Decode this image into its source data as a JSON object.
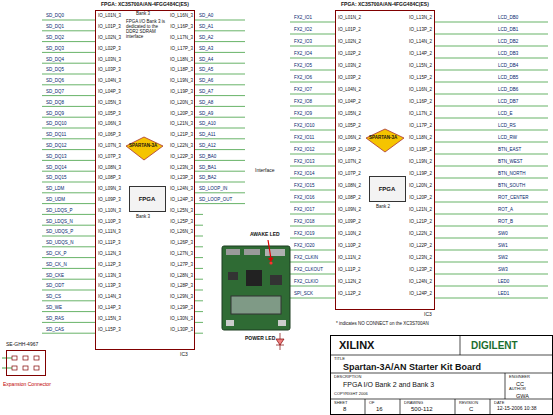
{
  "diagram": {
    "nodes": [
      {
        "text": [
          "FPGA: XC3S700A/AN-4FGG484C(ES)",
          "Bank 3",
          "FPGA I/O Bank 3 is dedicated to the DDR2 SDRAM interface"
        ]
      },
      {
        "text": [
          "FPGA",
          "Bank 3"
        ],
        "in": 0
      },
      {
        "text": [
          "FPGA: XC3S700A/AN-4FGG484C(ES)"
        ]
      },
      {
        "text": [
          "FPGA",
          "Bank 2"
        ],
        "in": 2
      },
      {
        "text": [
          "XILINX",
          "DIGILENT",
          "TITLE",
          "Spartan-3A/AN Starter Kit Board",
          "DESCRIPTION",
          "FPGA I/O Bank 2 and Bank 3",
          "COPYRIGHT 2006",
          "ENGINEER",
          "CC",
          "AUTHOR",
          "GWA",
          "SHEET",
          "8",
          "OF",
          "16",
          "DRAWING",
          "500-112",
          "REVISION",
          "C",
          "DATE",
          "12-15-2006 10:38"
        ]
      },
      {
        "text": [
          "Expansion Connector"
        ]
      }
    ],
    "labels": [
      "SD_DQ0",
      "SD_DQ1",
      "SD_DQ2",
      "SD_DQ3",
      "SD_DQ4",
      "SD_DQ5",
      "SD_DQ6",
      "SD_DQ7",
      "SD_DQ8",
      "SD_DQ9",
      "SD_DQ10",
      "SD_DQ11",
      "SD_DQ12",
      "SD_DQ13",
      "SD_DQ14",
      "SD_DQ15",
      "SD_LDM",
      "SD_UDM",
      "SD_LDQS_P",
      "SD_LDQS_N",
      "SD_UDQS_P",
      "SD_UDQS_N",
      "SD_CK_P",
      "SD_CK_N",
      "SD_CKE",
      "SD_ODT",
      "SD_CS",
      "SD_WE",
      "SD_RAS",
      "SD_CAS",
      "IO_L01N_3",
      "IO_L01P_3",
      "IO_L02N_3",
      "IO_L02P_3",
      "IO_L03N_3",
      "IO_L03P_3",
      "IO_L04N_3",
      "IO_L04P_3",
      "IO_L05N_3",
      "IO_L05P_3",
      "IO_L06N_3",
      "IO_L06P_3",
      "IO_L07N_3",
      "IO_L07P_3",
      "IO_L08N_3",
      "IO_L08P_3",
      "IO_L09N_3",
      "IO_L09P_3",
      "IO_L10N_3",
      "IO_L10P_3",
      "IO_L11N_3",
      "IO_L11P_3",
      "IO_L12N_3",
      "IO_L12P_3",
      "IO_L13N_3",
      "IO_L13P_3",
      "IO_L14N_3",
      "IO_L14P_3",
      "IO_L15N_3",
      "IO_L15P_3",
      "IO_L16N_3",
      "IO_L16P_3",
      "IO_L17N_3",
      "IO_L17P_3",
      "IO_L18N_3",
      "IO_L18P_3",
      "IO_L19N_3",
      "IO_L19P_3",
      "IO_L20N_3",
      "IO_L20P_3",
      "IO_L21N_3",
      "IO_L21P_3",
      "IO_L22N_3",
      "IO_L22P_3",
      "IO_L23N_3",
      "IO_L23P_3",
      "IO_L24N_3",
      "IO_L24P_3",
      "IO_L25N_3",
      "IO_L25P_3",
      "IO_L26N_3",
      "IO_L26P_3",
      "IO_L27N_3",
      "IO_L27P_3",
      "IO_L28N_3",
      "IO_L28P_3",
      "IO_L29N_3",
      "IO_L29P_3",
      "IO_L30N_3",
      "IO_L30P_3",
      "SD_A0",
      "SD_A1",
      "SD_A2",
      "SD_A3",
      "SD_A4",
      "SD_A5",
      "SD_A6",
      "SD_A7",
      "SD_A8",
      "SD_A9",
      "SD_A10",
      "SD_A11",
      "SD_A12",
      "SD_BA0",
      "SD_BA1",
      "SD_BA2",
      "SD_LOOP_IN",
      "SD_LOOP_OUT",
      "FX2_IO1",
      "FX2_IO2",
      "FX2_IO3",
      "FX2_IO4",
      "FX2_IO5",
      "FX2_IO6",
      "FX2_IO7",
      "FX2_IO8",
      "FX2_IO9",
      "FX2_IO10",
      "FX2_IO11",
      "FX2_IO12",
      "FX2_IO13",
      "FX2_IO14",
      "FX2_IO15",
      "FX2_IO16",
      "FX2_IO17",
      "FX2_IO18",
      "FX2_IO19",
      "FX2_IO20",
      "FX2_CLKIN",
      "FX2_CLKOUT",
      "FX2_CLKIO",
      "SPI_SCK",
      "IO_L01N_2",
      "IO_L01P_2",
      "IO_L02N_2",
      "IO_L02P_2",
      "IO_L03N_2",
      "IO_L03P_2",
      "IO_L04N_2",
      "IO_L04P_2",
      "IO_L05N_2",
      "IO_L05P_2",
      "IO_L06N_2",
      "IO_L06P_2",
      "IO_L07N_2",
      "IO_L07P_2",
      "IO_L08N_2",
      "IO_L08P_2",
      "IO_L09N_2",
      "IO_L09P_2",
      "IO_L10N_2",
      "IO_L10P_2",
      "IO_L11N_2",
      "IO_L11P_2",
      "IO_L12N_2",
      "IO_L12P_2",
      "IO_L13N_2",
      "IO_L13P_2",
      "IO_L14N_2",
      "IO_L14P_2",
      "IO_L15N_2",
      "IO_L15P_2",
      "IO_L16N_2",
      "IO_L16P_2",
      "IO_L17N_2",
      "IO_L17P_2",
      "IO_L18N_2",
      "IO_L18P_2",
      "IO_L19N_2",
      "IO_L19P_2",
      "IO_L20N_2",
      "IO_L20P_2",
      "IO_L21N_2",
      "IO_L21P_2",
      "IO_L22N_2",
      "IO_L22P_2",
      "IO_L23N_2",
      "IO_L23P_2",
      "IO_L24N_2",
      "IO_L24P_2",
      "LCD_DB0",
      "LCD_DB1",
      "LCD_DB2",
      "LCD_DB3",
      "LCD_DB4",
      "LCD_DB5",
      "LCD_DB6",
      "LCD_DB7",
      "LCD_E",
      "LCD_RS",
      "LCD_RW",
      "BTN_EAST",
      "BTN_WEST",
      "BTN_NORTH",
      "BTN_SOUTH",
      "ROT_CENTER",
      "ROT_A",
      "ROT_B",
      "SW0",
      "SW1",
      "SW2",
      "SW3",
      "LED0",
      "LED1",
      "SPARTAN-3A",
      "SPARTAN-3A",
      "Interface",
      "AWAKE LED",
      "POWER LED",
      "* indicates NO CONNECT on the XC3S700AN",
      "IC3",
      "IC3",
      "SE-GHH-4967"
    ]
  }
}
